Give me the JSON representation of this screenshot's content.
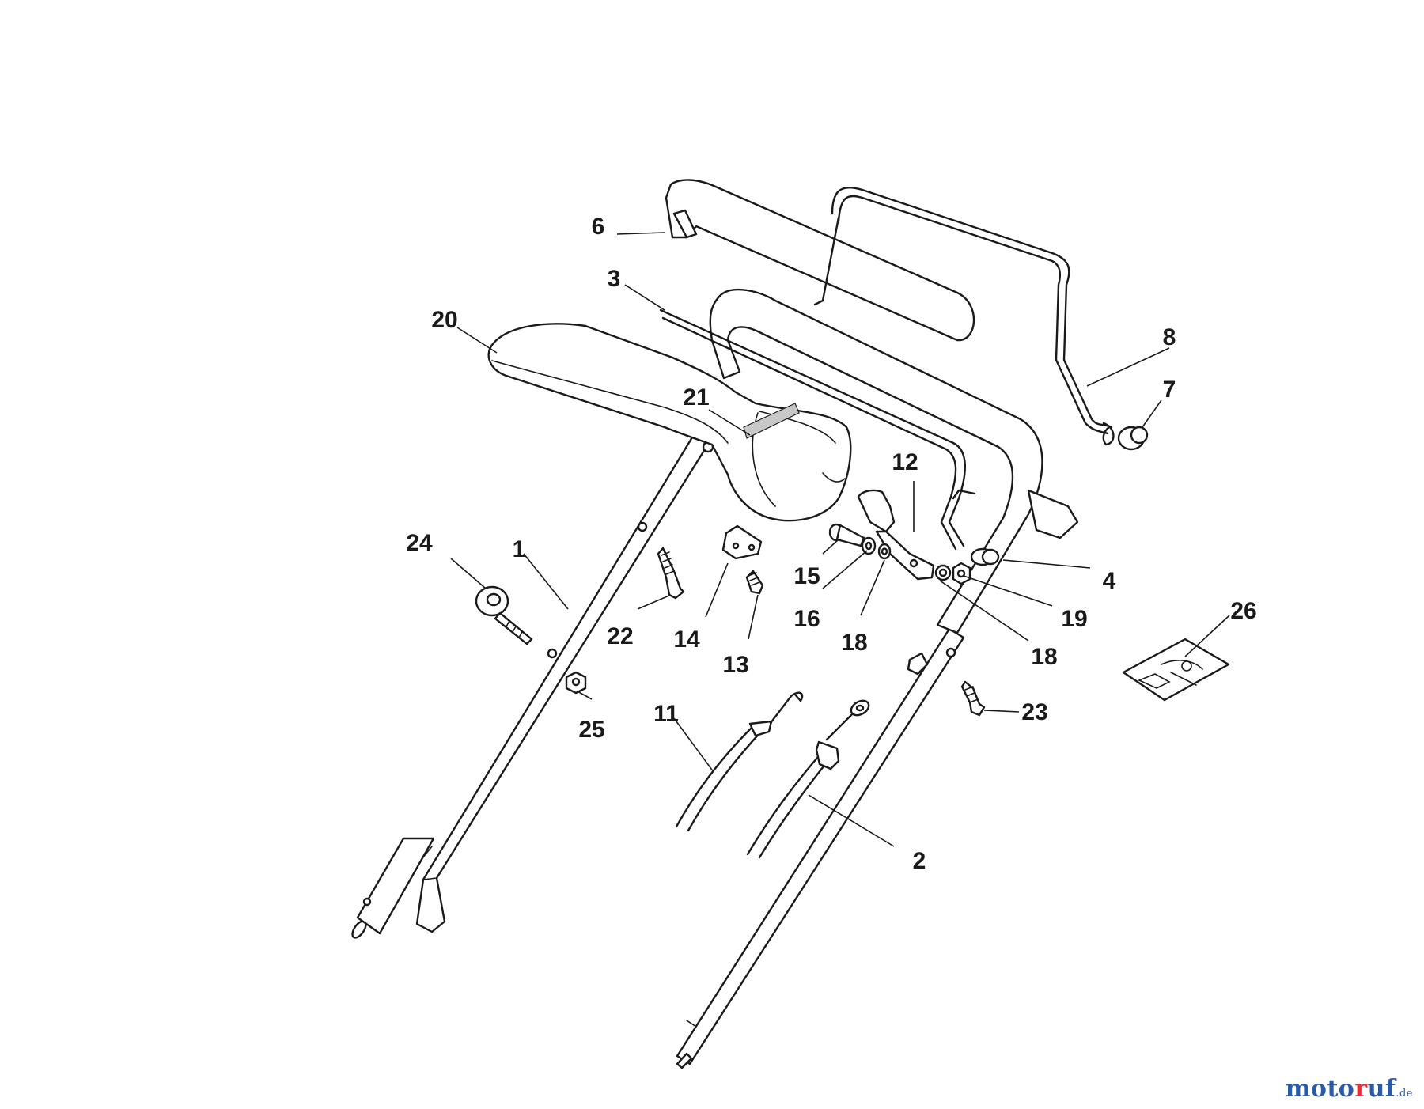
{
  "callouts": [
    {
      "id": "p1",
      "label": "1"
    },
    {
      "id": "p2",
      "label": "2"
    },
    {
      "id": "p3",
      "label": "3"
    },
    {
      "id": "p4",
      "label": "4"
    },
    {
      "id": "p6",
      "label": "6"
    },
    {
      "id": "p7",
      "label": "7"
    },
    {
      "id": "p8",
      "label": "8"
    },
    {
      "id": "p11",
      "label": "11"
    },
    {
      "id": "p12",
      "label": "12"
    },
    {
      "id": "p13",
      "label": "13"
    },
    {
      "id": "p14",
      "label": "14"
    },
    {
      "id": "p15",
      "label": "15"
    },
    {
      "id": "p16",
      "label": "16"
    },
    {
      "id": "p18a",
      "label": "18"
    },
    {
      "id": "p18b",
      "label": "18"
    },
    {
      "id": "p19",
      "label": "19"
    },
    {
      "id": "p20",
      "label": "20"
    },
    {
      "id": "p21",
      "label": "21"
    },
    {
      "id": "p22",
      "label": "22"
    },
    {
      "id": "p23",
      "label": "23"
    },
    {
      "id": "p24",
      "label": "24"
    },
    {
      "id": "p25",
      "label": "25"
    },
    {
      "id": "p26",
      "label": "26"
    }
  ],
  "watermark": {
    "part1": "moto",
    "part2": "r",
    "part3": "uf",
    "tld": ".de"
  },
  "colors": {
    "line": "#1a1a1a",
    "watermark_blue": "#2b5aa6",
    "watermark_red": "#e0303a"
  }
}
